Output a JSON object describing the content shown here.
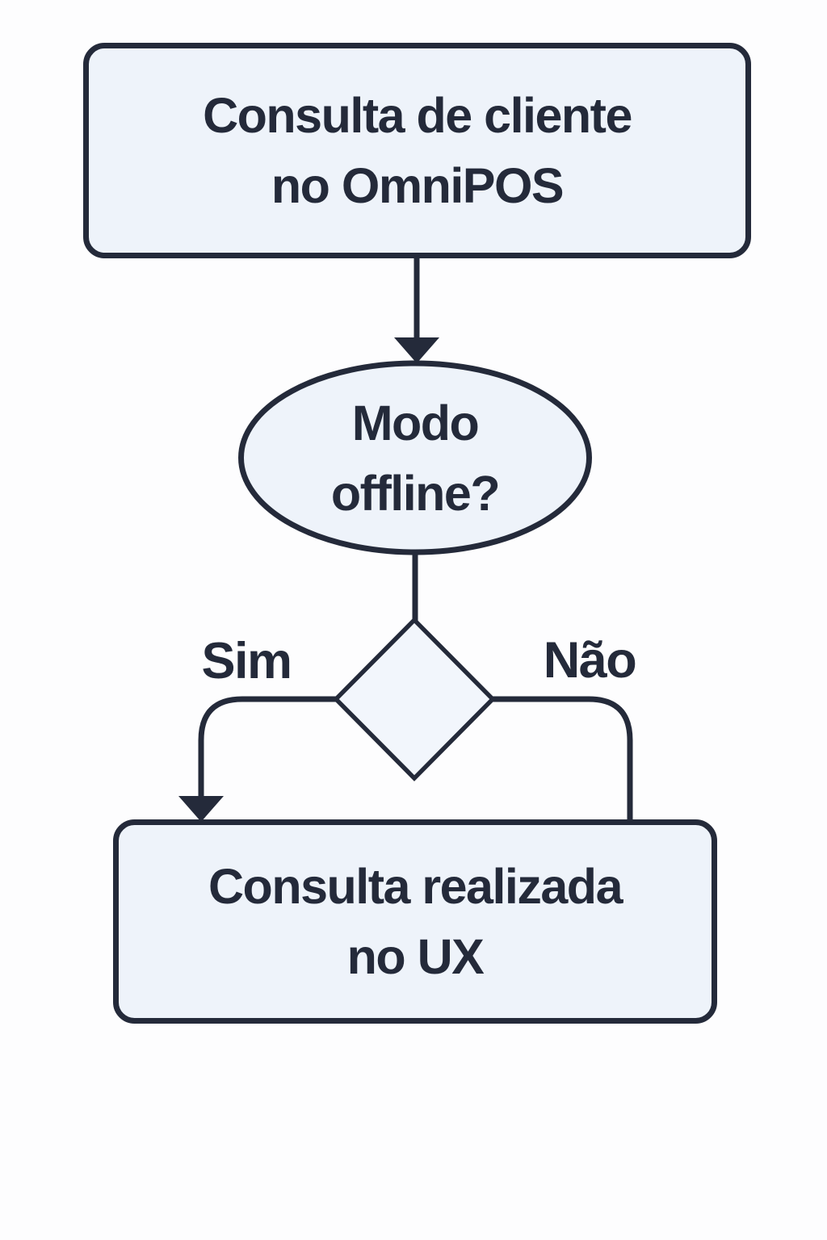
{
  "diagram": {
    "type": "flowchart",
    "direction": "top-down",
    "colors": {
      "background": "#fdfdfe",
      "node_fill": "#eef3fa",
      "diamond_fill": "#f2f6fc",
      "stroke": "#242a3a",
      "text": "#242a3a"
    },
    "nodes": {
      "start": {
        "shape": "rounded-rectangle",
        "lines": [
          "Consulta de cliente",
          "no OmniPOS"
        ]
      },
      "question": {
        "shape": "ellipse",
        "lines": [
          "Modo",
          "offline?"
        ]
      },
      "decision": {
        "shape": "diamond",
        "lines": []
      },
      "end": {
        "shape": "rounded-rectangle",
        "lines": [
          "Consulta realizada",
          "no UX"
        ]
      }
    },
    "edges": {
      "start_to_question": {
        "from": "start",
        "to": "question",
        "arrowhead": true,
        "label": ""
      },
      "question_to_decision": {
        "from": "question",
        "to": "decision",
        "arrowhead": false,
        "label": ""
      },
      "yes_branch": {
        "from": "decision",
        "to": "end",
        "arrowhead": true,
        "label": "Sim"
      },
      "no_branch": {
        "from": "decision",
        "to": "end",
        "arrowhead": false,
        "label": "Não"
      }
    }
  }
}
